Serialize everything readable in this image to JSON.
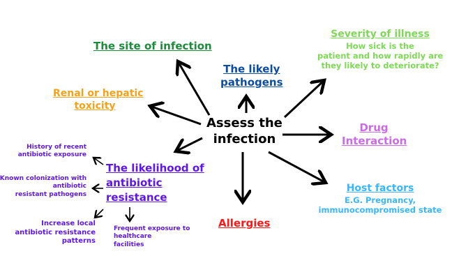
{
  "center": {
    "line1": "Assess the",
    "line2": "infection"
  },
  "site": {
    "label": "The site of infection",
    "color": "#1d8a3c"
  },
  "pathogens": {
    "line1": "The likely",
    "line2": "pathogens",
    "color": "#0c4da2"
  },
  "severity": {
    "label": "Severity of illness",
    "desc1": "How sick is the",
    "desc2": "patient and how rapidly are",
    "desc3": "they likely to deteriorate?",
    "color": "#7ed957"
  },
  "renal": {
    "line1": "Renal or hepatic",
    "line2": "toxicity",
    "color": "#f5a11c"
  },
  "drug": {
    "line1": "Drug",
    "line2": "Interaction",
    "color": "#cb6ce6"
  },
  "host": {
    "label": "Host factors",
    "desc1": "E.G. Pregnancy,",
    "desc2": "immunocompromised state",
    "color": "#38b6ff"
  },
  "allergies": {
    "label": "Allergies",
    "color": "#ff1616"
  },
  "resistance": {
    "line1": "The likelihood of",
    "line2": "antibiotic",
    "line3": "resistance",
    "color": "#5e17eb",
    "history": [
      "History of recent",
      "antibiotic exposure"
    ],
    "colonization": [
      "Known colonization with",
      "antibiotic",
      "resistant pathogens"
    ],
    "local": [
      "Increase local",
      "antibiotic resistance",
      "patterns"
    ],
    "healthcare": [
      "Frequent exposure to",
      "healthcare",
      "facilities"
    ]
  }
}
